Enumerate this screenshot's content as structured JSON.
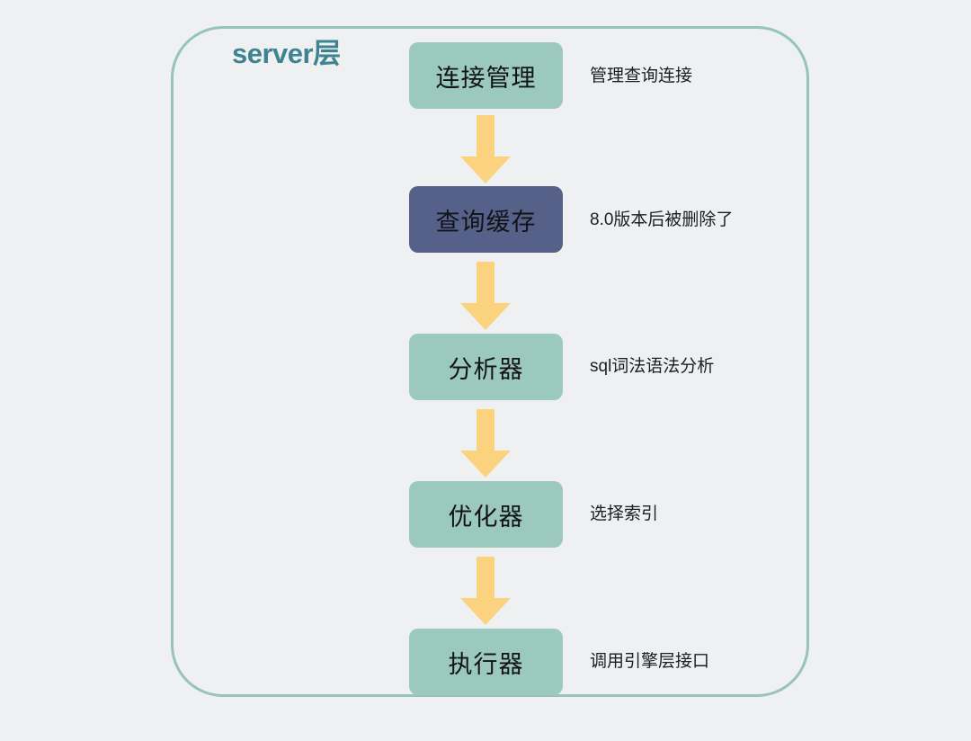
{
  "diagram": {
    "background_color": "#eff0f2",
    "panel": {
      "title": "server层",
      "border_color": "#96c5b7",
      "title_color": "#3e8390"
    },
    "arrow_color": "#fbd27e",
    "node_colors": {
      "teal": "#9bc9be",
      "slate": "#56618a"
    },
    "steps": [
      {
        "label": "连接管理",
        "note": "管理查询连接",
        "style": "teal"
      },
      {
        "label": "查询缓存",
        "note": "8.0版本后被删除了",
        "style": "slate"
      },
      {
        "label": "分析器",
        "note": "sql词法语法分析",
        "style": "teal"
      },
      {
        "label": "优化器",
        "note": "选择索引",
        "style": "teal"
      },
      {
        "label": "执行器",
        "note": "调用引擎层接口",
        "style": "teal"
      }
    ]
  }
}
